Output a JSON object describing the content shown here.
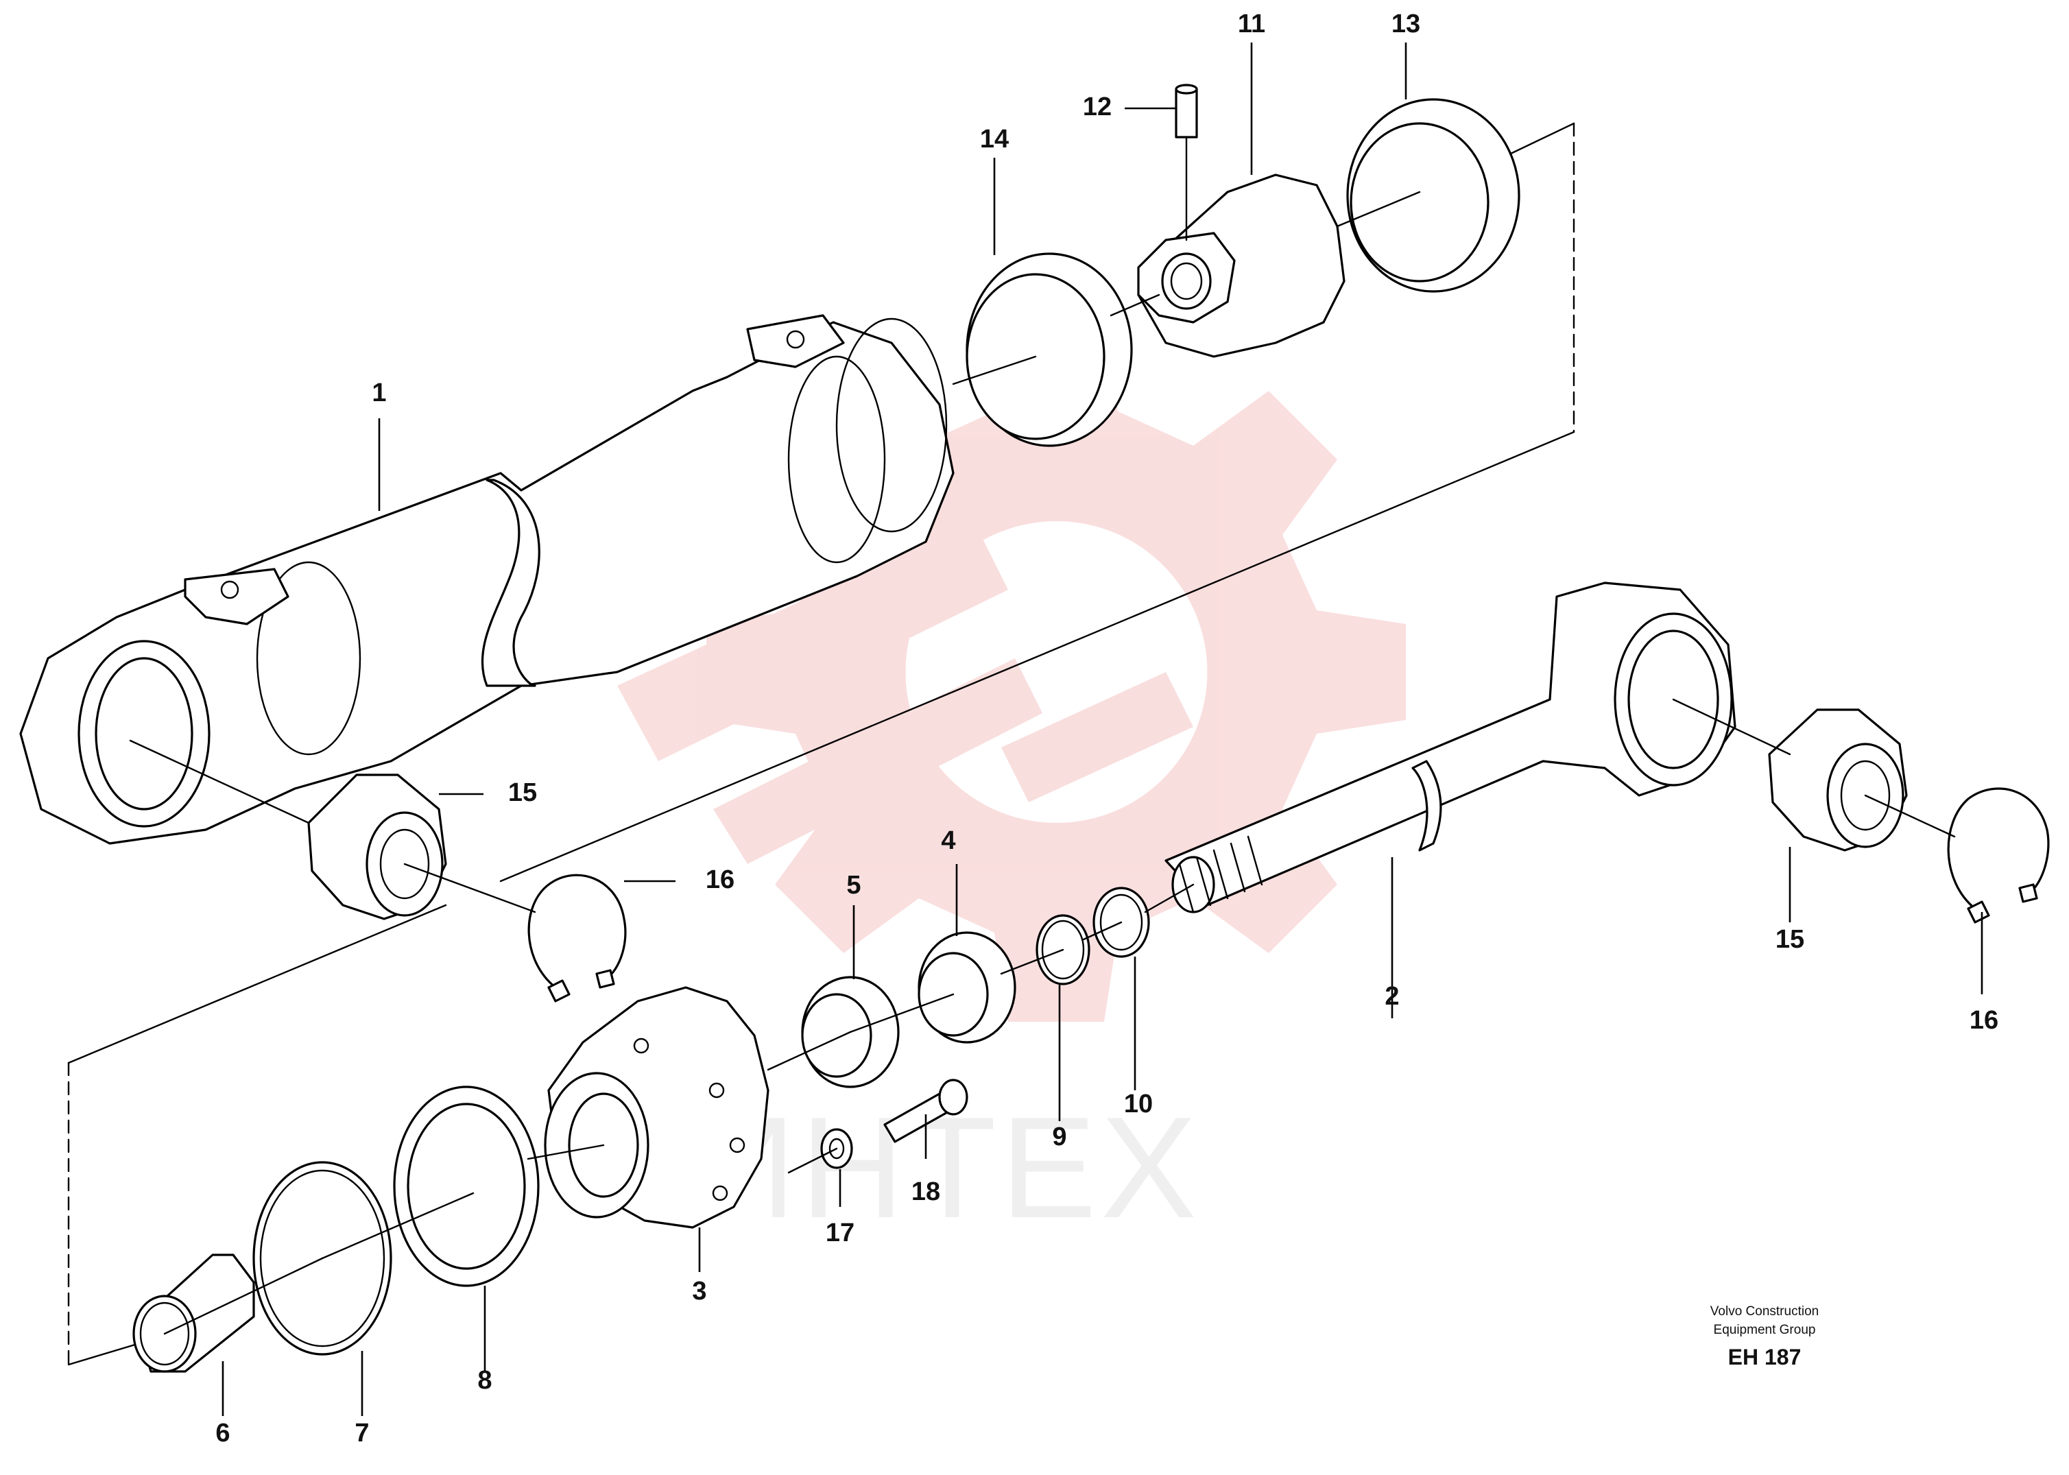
{
  "diagram": {
    "watermark_text": "ИНТЕХ",
    "watermark_color": "#f5c4c4",
    "callouts": {
      "c1": "1",
      "c2": "2",
      "c3": "3",
      "c4": "4",
      "c5": "5",
      "c6": "6",
      "c7": "7",
      "c8": "8",
      "c9": "9",
      "c10": "10",
      "c11": "11",
      "c12": "12",
      "c13": "13",
      "c14": "14",
      "c15a": "15",
      "c15b": "15",
      "c16a": "16",
      "c16b": "16",
      "c17": "17",
      "c18": "18"
    },
    "footer": {
      "line1": "Volvo Construction",
      "line2": "Equipment Group",
      "code": "EH 187"
    }
  }
}
